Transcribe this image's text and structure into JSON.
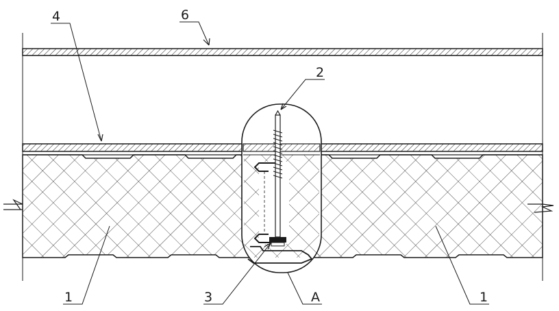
{
  "callouts": {
    "c1_left": "1",
    "c1_right": "1",
    "c2": "2",
    "c3": "3",
    "c4": "4",
    "c6": "6",
    "cA": "A"
  },
  "colors": {
    "line": "#1a1a1a",
    "background": "#ffffff"
  }
}
